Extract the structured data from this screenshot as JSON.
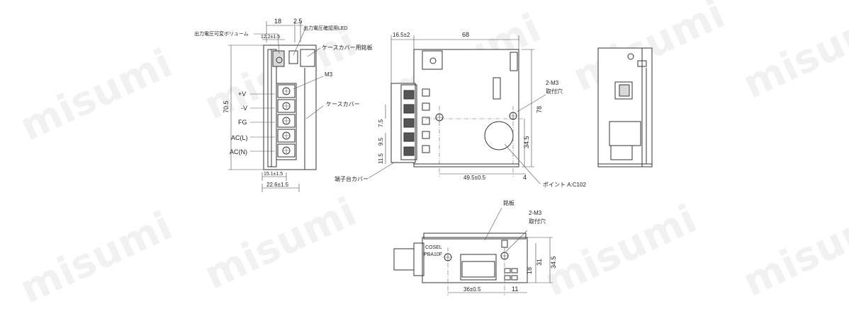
{
  "watermark": "misumi",
  "labels": {
    "vr": "出力電圧可変ボリューム",
    "led": "出力電圧確認用LED",
    "nameplate_case": "ケースカバー用銘板",
    "m3": "M3",
    "case_cover": "ケースカバー",
    "terminal_cover": "端子台カバー",
    "point": "ポイント A:C102",
    "two_m3_a": "2-M3",
    "tap_a": "取付穴",
    "nameplate": "銘板",
    "two_m3_b": "2-M3",
    "tap_b": "取付穴",
    "brand": "COSEL",
    "model": "PBA10F"
  },
  "terminals": [
    "+V",
    "-V",
    "FG",
    "AC(L)",
    "AC(N)"
  ],
  "dims": {
    "d18": "18",
    "d2_5": "2.5",
    "d12_2": "12.2±1.5",
    "d70_5": "70.5",
    "d15_1": "15.1±1.5",
    "d22_6": "22.6±1.5",
    "d16_5": "16.5±2",
    "d68": "68",
    "d78": "78",
    "d7_5": "7.5",
    "d9_5": "9.5",
    "d11_5": "11.5",
    "d34_5a": "34.5",
    "d49_5": "49.5±0.5",
    "d4": "4",
    "d36": "36±0.5",
    "d11": "11",
    "d18b": "18",
    "d31": "31",
    "d34_5b": "34.5"
  }
}
